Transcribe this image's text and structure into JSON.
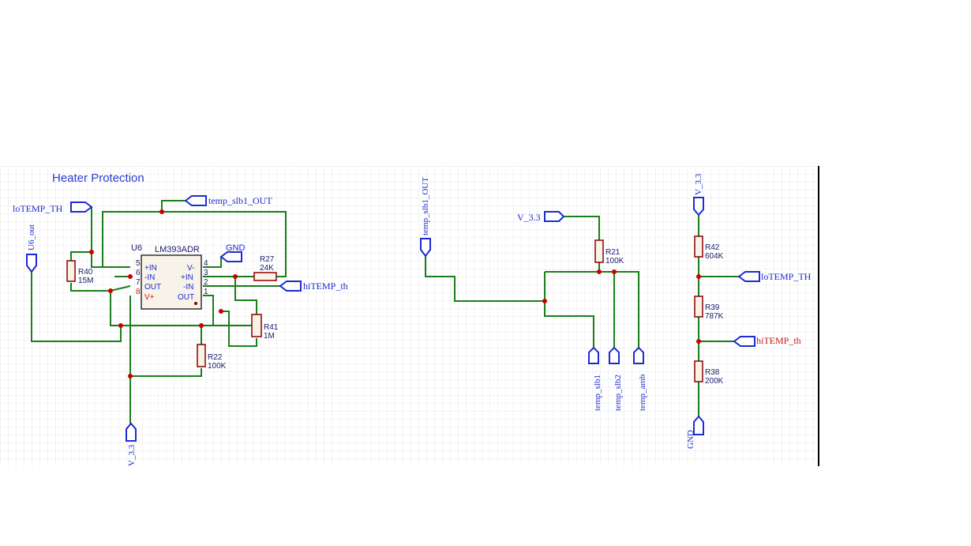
{
  "title": "Heater Protection",
  "colors": {
    "wire": "#1a7f1a",
    "junction": "#cc0000",
    "port": "#1d2bd0",
    "resistor": "#8b0000",
    "label": "#1d2bd0",
    "emphasis": "#d11a1a"
  },
  "ic": {
    "ref": "U6",
    "part": "LM393ADR",
    "left_pins": [
      {
        "num": "5",
        "name": "+IN"
      },
      {
        "num": "6",
        "name": "-IN"
      },
      {
        "num": "7",
        "name": "OUT"
      },
      {
        "num": "8",
        "name": "V+"
      }
    ],
    "right_pins": [
      {
        "num": "4",
        "name": "V-"
      },
      {
        "num": "3",
        "name": "+IN"
      },
      {
        "num": "2",
        "name": "-IN"
      },
      {
        "num": "1",
        "name": "OUT"
      }
    ]
  },
  "resistors": {
    "r40": {
      "ref": "R40",
      "value": "15M"
    },
    "r27": {
      "ref": "R27",
      "value": "24K"
    },
    "r41": {
      "ref": "R41",
      "value": "1M"
    },
    "r22": {
      "ref": "R22",
      "value": "100K"
    },
    "r21": {
      "ref": "R21",
      "value": "100K"
    },
    "r42": {
      "ref": "R42",
      "value": "604K"
    },
    "r39": {
      "ref": "R39",
      "value": "787K"
    },
    "r38": {
      "ref": "R38",
      "value": "200K"
    }
  },
  "nets": {
    "lotemp_th_left": "loTEMP_TH",
    "temp_slb1_out": "temp_slb1_OUT",
    "gnd_ic": "GND",
    "hitemp_th_left": "hiTEMP_th",
    "u6_out": "U6_out",
    "v33_bottom": "V_3.3",
    "temp_slb1_out_mid": "temp_slb1_OUT",
    "v33_mid": "V_3.3",
    "temp_slb1": "temp_slb1",
    "temp_slb2": "temp_slb2",
    "temp_amb": "temp_amb",
    "v33_right": "V_3.3",
    "lotemp_th_right": "loTEMP_TH",
    "hitemp_th_right": "hiTEMP_th",
    "gnd_right": "GND"
  }
}
